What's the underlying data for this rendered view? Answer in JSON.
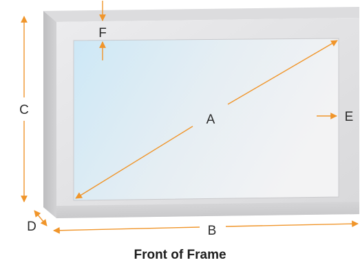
{
  "diagram": {
    "labels": {
      "a": "A",
      "b": "B",
      "c": "C",
      "d": "D",
      "e": "E",
      "f": "F"
    },
    "caption": "Front of Frame"
  },
  "colors": {
    "arrow": "#f0952a",
    "frame_face": "#e8e8ea",
    "frame_side": "#c4c4c6",
    "frame_top": "#d9d9db",
    "glass_start": "#cde8f6",
    "glass_end": "#f3f3f4"
  }
}
